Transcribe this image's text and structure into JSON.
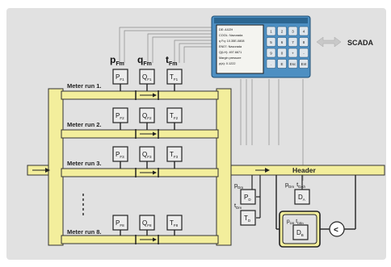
{
  "colors": {
    "background": "#e1e1e1",
    "pipe_fill": "#f3ee9c",
    "sensor_fill": "#ececec",
    "controller_body": "#4d8fc2",
    "scada_arrow": "#c8c8c8"
  },
  "columns": {
    "pressure": {
      "main": "p",
      "sub": "Fm"
    },
    "flow": {
      "main": "q",
      "sub": "Fm"
    },
    "temperature": {
      "main": "t",
      "sub": "Fm"
    }
  },
  "meter_runs": [
    {
      "label": "Meter run 1.",
      "p": {
        "main": "P",
        "sub": "F1"
      },
      "q": {
        "main": "Q",
        "sub": "F1"
      },
      "t": {
        "main": "T",
        "sub": "F1"
      }
    },
    {
      "label": "Meter run 2.",
      "p": {
        "main": "P",
        "sub": "F2"
      },
      "q": {
        "main": "Q",
        "sub": "F2"
      },
      "t": {
        "main": "T",
        "sub": "F2"
      }
    },
    {
      "label": "Meter run 3.",
      "p": {
        "main": "P",
        "sub": "F3"
      },
      "q": {
        "main": "Q",
        "sub": "F3"
      },
      "t": {
        "main": "T",
        "sub": "F3"
      }
    },
    {
      "label": "Meter run 8.",
      "p": {
        "main": "P",
        "sub": "F8"
      },
      "q": {
        "main": "Q",
        "sub": "F8"
      },
      "t": {
        "main": "T",
        "sub": "F8"
      }
    }
  ],
  "header_label": "Header",
  "scada_label": "SCADA",
  "header_instruments": {
    "pd_label": {
      "main": "p",
      "sub": "Dm"
    },
    "pd_box": {
      "main": "P",
      "sub": "D"
    },
    "td_label": {
      "main": "t",
      "sub": "Dm"
    },
    "td_box": {
      "main": "T",
      "sub": "D"
    },
    "da_label_p": {
      "main": "p",
      "sub": "Dm"
    },
    "da_label_t": {
      "main": "t",
      "sub": "DAh"
    },
    "da_box": {
      "main": "D",
      "sub": "A"
    },
    "db_label_p": {
      "main": "p",
      "sub": "DB"
    },
    "db_label_t": {
      "main": "t",
      "sub": "DBh"
    },
    "db_box": {
      "main": "D",
      "sub": "B"
    },
    "compare_symbol": "<"
  },
  "controller_screen": {
    "lines": [
      "DE: AXZH",
      "COOL: Navurada",
      "q Fq:  10.35E-0808",
      "EN07: Navurada",
      "Q(LH):  497.6671",
      "Margin pressure",
      "p(a):  0.1222"
    ]
  },
  "controller_keys": [
    "1",
    "2",
    "3",
    "4",
    "5",
    "6",
    "7",
    "8",
    "9",
    "0",
    "+",
    "-",
    ".",
    "E",
    "Esc",
    "Ent"
  ]
}
